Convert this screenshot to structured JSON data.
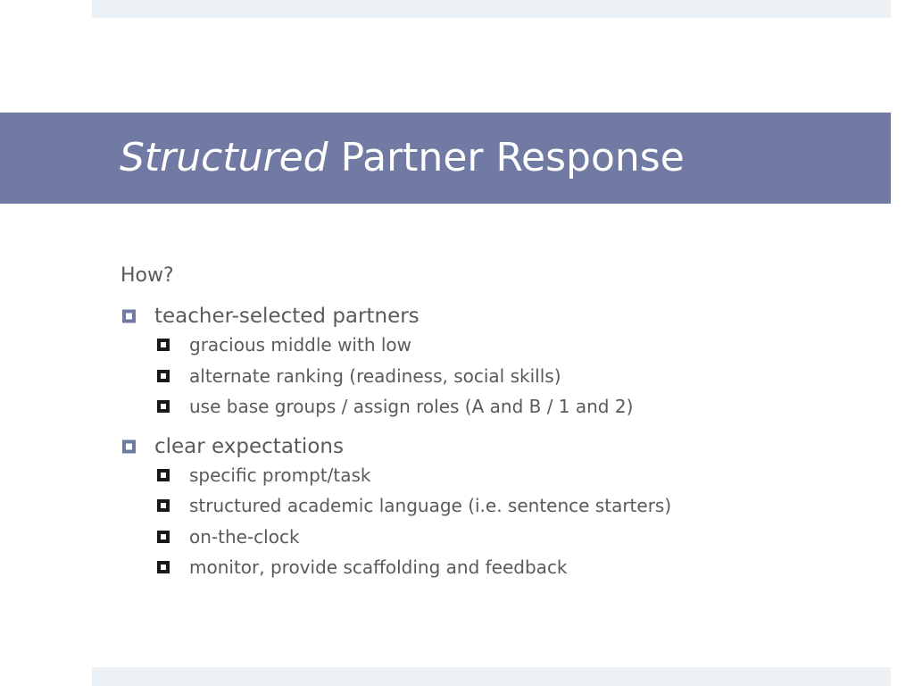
{
  "colors": {
    "title_bar": "#707aa3",
    "band": "#ebf1f5",
    "bullet_level1": "#707aa3",
    "bullet_level2": "#1a1a1a"
  },
  "bullet_icons": {
    "level1": "square-bullet-icon",
    "level2": "square-bullet-icon"
  },
  "slide": {
    "title_italic": "Structured",
    "title_rest": " Partner Response",
    "lead": "How?",
    "items": [
      {
        "label": "teacher-selected partners",
        "subitems": [
          "gracious middle with low",
          "alternate ranking (readiness, social skills)",
          "use base groups / assign roles (A and B / 1 and 2)"
        ]
      },
      {
        "label": "clear expectations",
        "subitems": [
          "specific prompt/task",
          "structured academic language (i.e. sentence starters)",
          "on-the-clock",
          "monitor, provide scaffolding and feedback"
        ]
      }
    ]
  }
}
